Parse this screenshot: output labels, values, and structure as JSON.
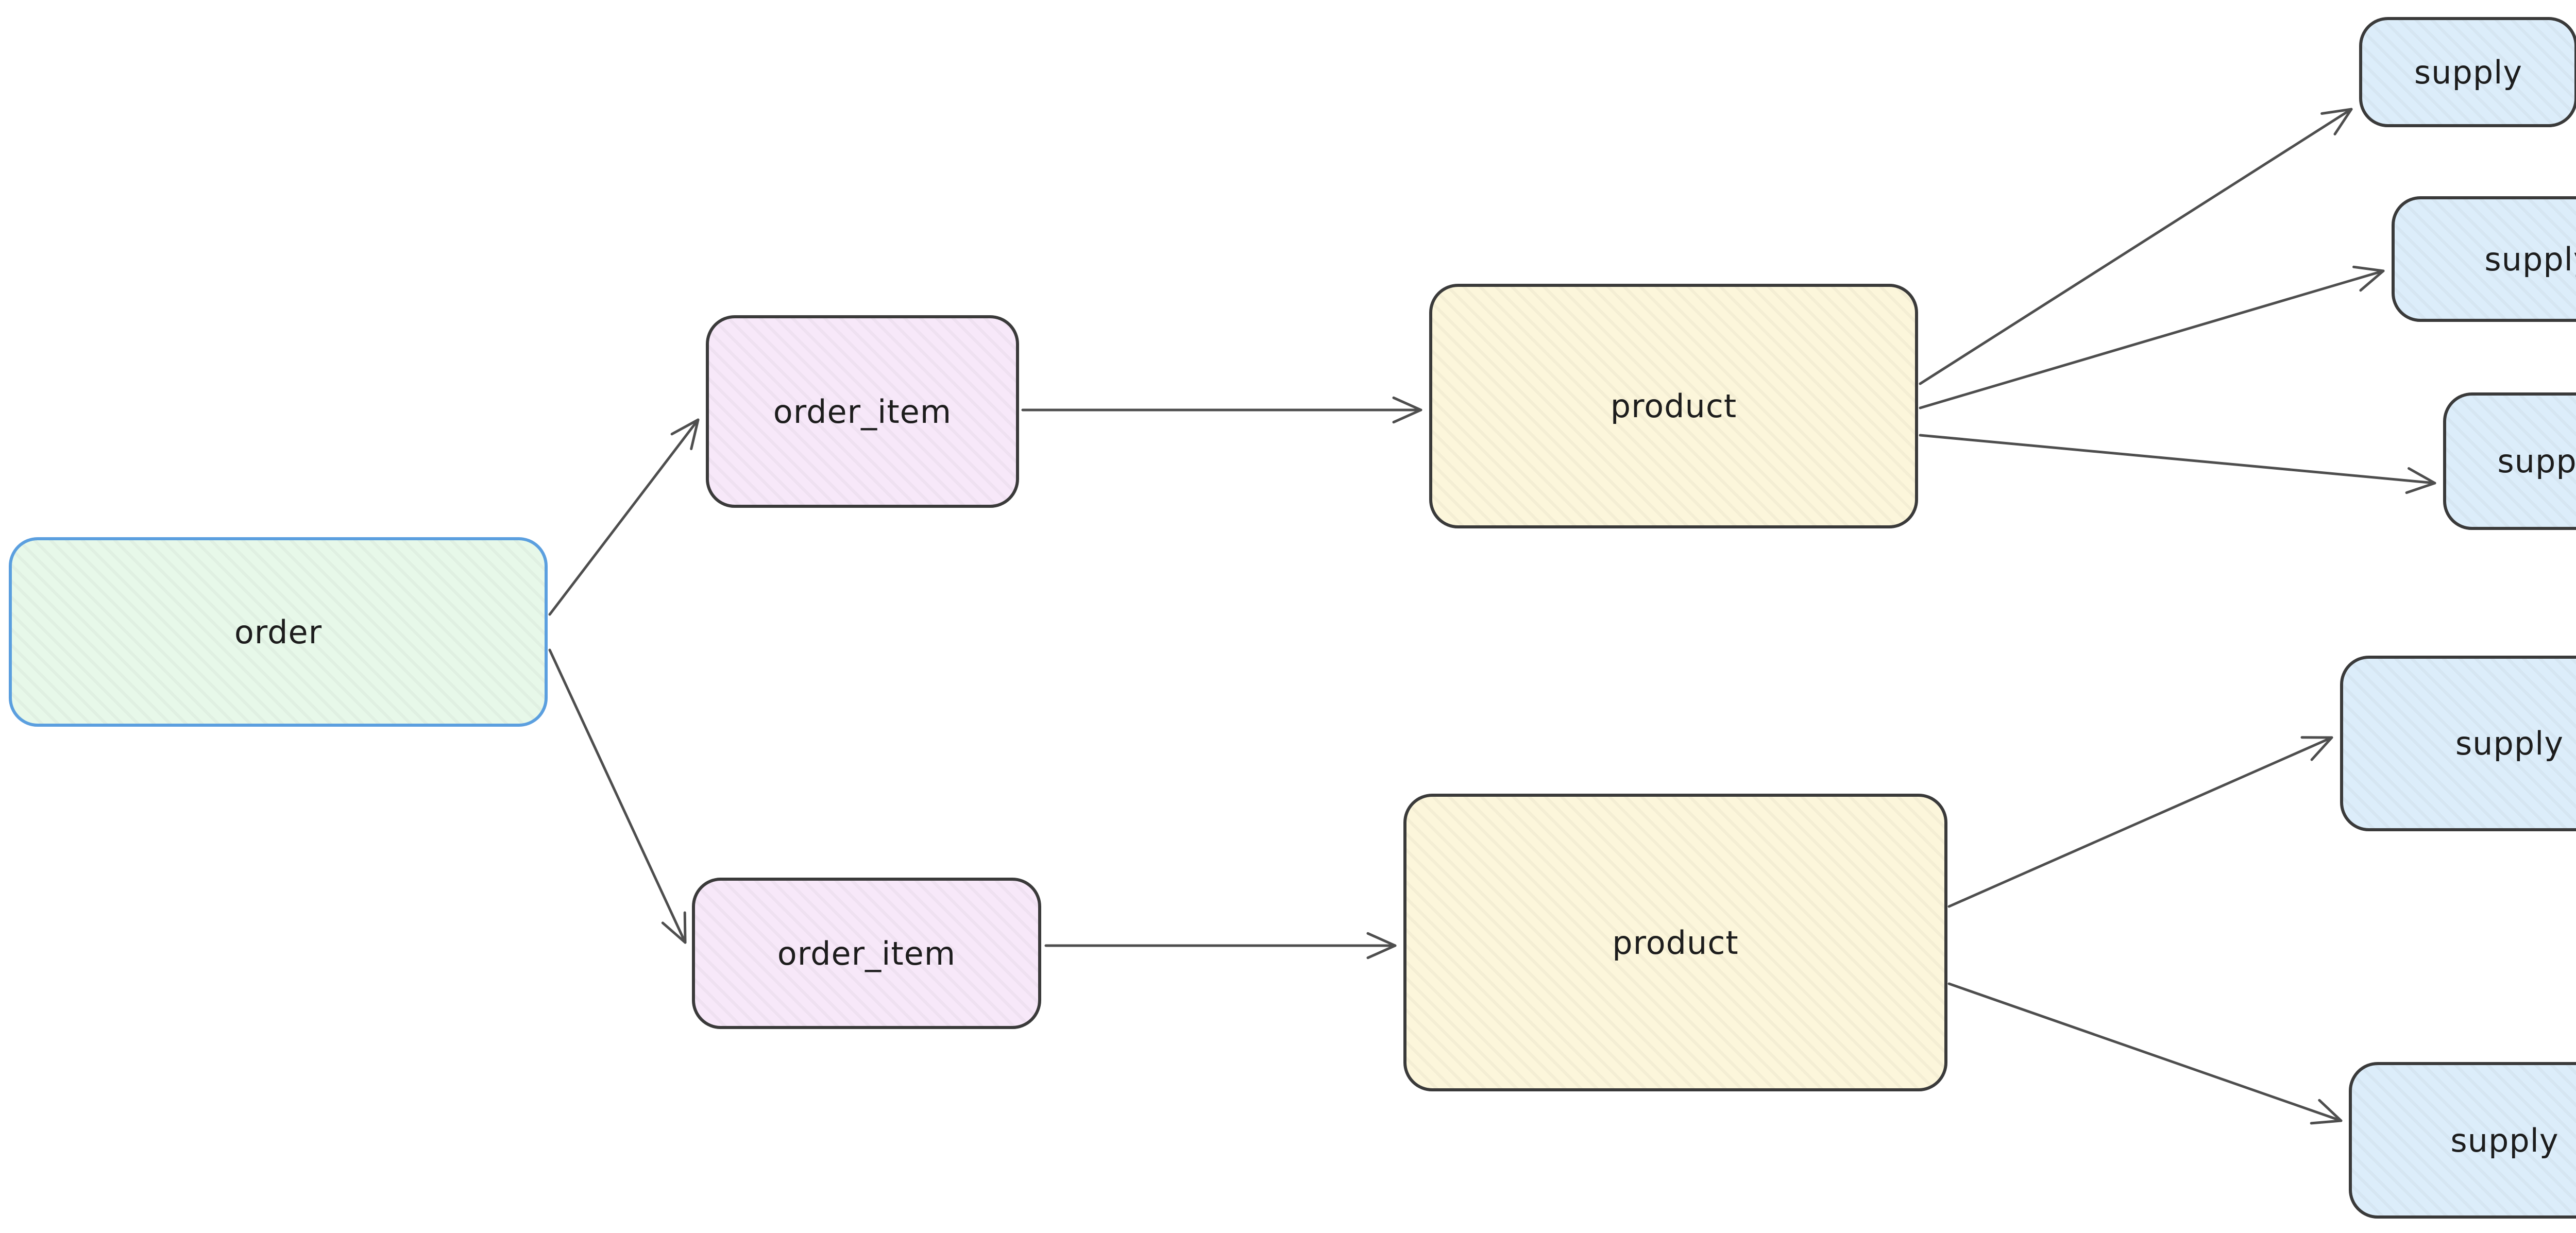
{
  "diagram": {
    "type": "entity-flow-diagram",
    "nodes": [
      {
        "id": "order",
        "label": "order",
        "kind": "order"
      },
      {
        "id": "order_item_1",
        "label": "order_item",
        "kind": "order_item"
      },
      {
        "id": "order_item_2",
        "label": "order_item",
        "kind": "order_item"
      },
      {
        "id": "product_1",
        "label": "product",
        "kind": "product"
      },
      {
        "id": "product_2",
        "label": "product",
        "kind": "product"
      },
      {
        "id": "supply_1",
        "label": "supply",
        "kind": "supply"
      },
      {
        "id": "supply_2",
        "label": "supply",
        "kind": "supply"
      },
      {
        "id": "supply_3",
        "label": "supply",
        "kind": "supply"
      },
      {
        "id": "supply_4",
        "label": "supply",
        "kind": "supply"
      },
      {
        "id": "supply_5",
        "label": "supply",
        "kind": "supply"
      }
    ],
    "edges": [
      {
        "from": "order",
        "to": "order_item_1"
      },
      {
        "from": "order",
        "to": "order_item_2"
      },
      {
        "from": "order_item_1",
        "to": "product_1"
      },
      {
        "from": "order_item_2",
        "to": "product_2"
      },
      {
        "from": "product_1",
        "to": "supply_1"
      },
      {
        "from": "product_1",
        "to": "supply_2"
      },
      {
        "from": "product_1",
        "to": "supply_3"
      },
      {
        "from": "product_2",
        "to": "supply_4"
      },
      {
        "from": "product_2",
        "to": "supply_5"
      }
    ],
    "palette": {
      "canvas-bg": "#ffffff",
      "order-fill": "#e7f8e9",
      "order-stroke": "#5b9fdf",
      "order-item-fill": "#f7e8f9",
      "order-item-stroke": "#3a3a3a",
      "product-fill": "#fcf6db",
      "product-stroke": "#3a3a3a",
      "supply-fill": "#dcedfa",
      "supply-stroke": "#3a3a3a",
      "edge-color": "#4e4e4e",
      "label-color": "#1d1d1d"
    }
  }
}
